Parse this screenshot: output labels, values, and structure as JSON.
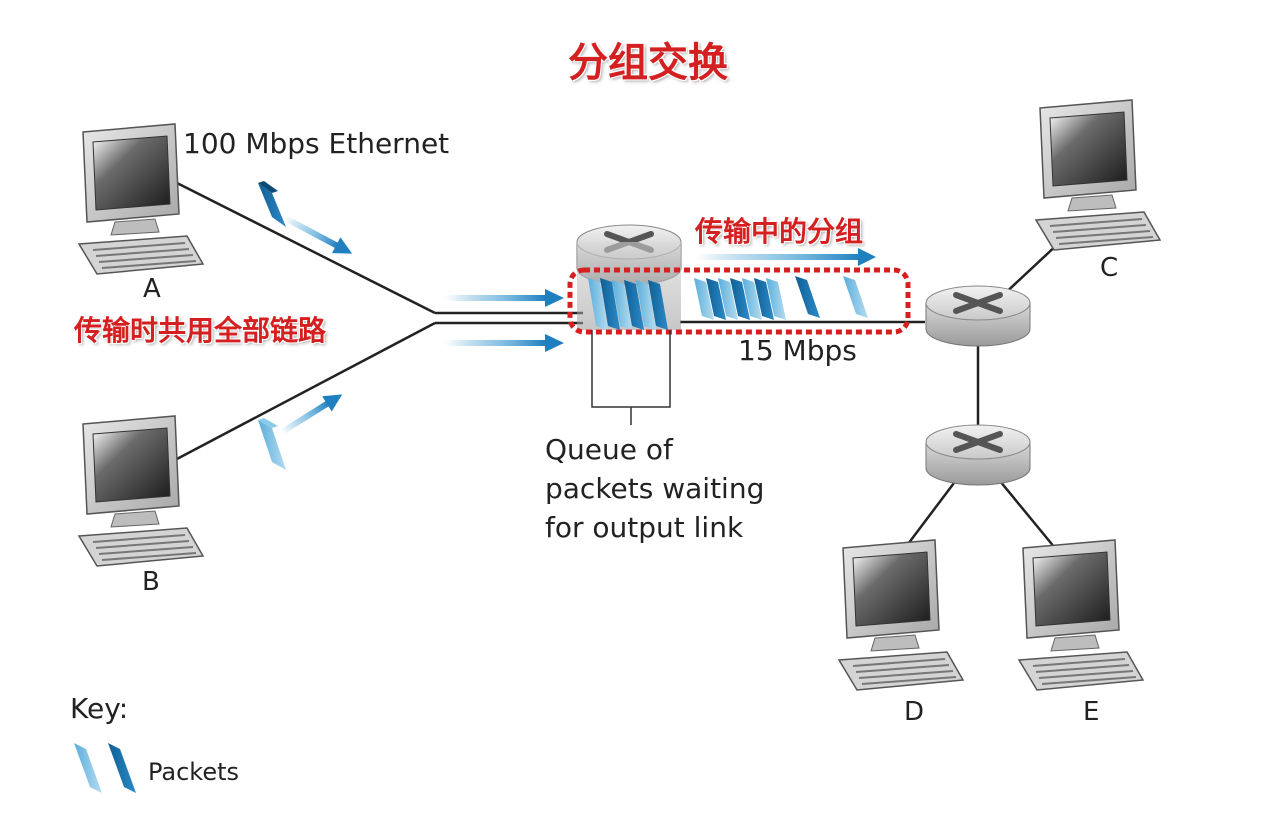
{
  "title": "分组交换",
  "link_labels": {
    "ethernet": "100 Mbps Ethernet",
    "output_link": "15 Mbps"
  },
  "annotations": {
    "in_transit": "传输中的分组",
    "shared_link": "传输时共用全部链路"
  },
  "queue_caption": [
    "Queue of",
    "packets waiting",
    "for output link"
  ],
  "hosts": {
    "a": "A",
    "b": "B",
    "c": "C",
    "d": "D",
    "e": "E"
  },
  "key": {
    "heading": "Key:",
    "packets": "Packets"
  },
  "colors": {
    "annotation_red": "#d42020",
    "packet_dark": "#1a6fa3",
    "packet_light": "#7dbfe0",
    "arrow_blue": "#2b8cc4"
  },
  "icons": {
    "computer": "monitor-computer-icon",
    "router": "router-icon",
    "packet": "packet-icon"
  }
}
